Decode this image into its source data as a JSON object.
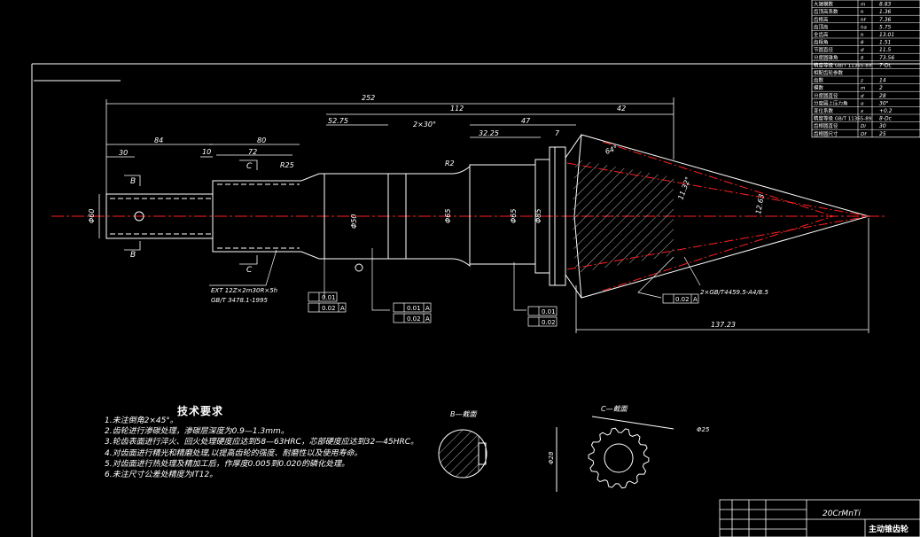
{
  "colors": {
    "background": "#000000",
    "line": "#ffffff",
    "centerline": "#ff2020",
    "annotation_blue": "#3050ff"
  },
  "dimensions": {
    "overall": "252",
    "d112": "112",
    "d42": "42",
    "d52_75": "52.75",
    "d2x30": "2×30°",
    "d47": "47",
    "d32_25": "32.25",
    "d7": "7",
    "d84": "84",
    "d30": "30",
    "d80": "80",
    "d10": "10",
    "d72": "72",
    "r25": "R25",
    "r2": "R2",
    "angle_64": "64°",
    "angle_11": "11.32°",
    "d12_63": "12.63",
    "d137": "137.23",
    "phi60": "Φ60",
    "phi_a": "Φ50",
    "phi_b": "Φ65",
    "phi_c": "Φ65",
    "phi_d": "Φ85"
  },
  "labels": {
    "section_b_top": "B",
    "section_b_bottom": "B",
    "section_c_top": "C",
    "section_c_bottom": "C",
    "spline_note_1": "EXT 12Z×2m30R×5h",
    "spline_note_2": "GB/T 3478.1-1995",
    "thread_note": "2×GB/T4459.5-A4/8.5",
    "tol_a1": "0.01",
    "tol_a2": "0.02",
    "tol_b1": "0.01",
    "tol_b2": "0.02",
    "tol_c1": "0.01",
    "tol_c2": "0.02",
    "tol_d": "0.02",
    "datum": "A",
    "section_b_title": "B—截面",
    "section_c_title": "C—截面",
    "phi25": "Φ25",
    "phi28": "Φ28"
  },
  "tech_requirements": {
    "title": "技术要求",
    "items": [
      "1.未注倒角2×45°。",
      "2.齿轮进行渗碳处理，渗碳层深度为0.9—1.3mm。",
      "3.轮齿表面进行淬火、回火处理硬度应达到58—63HRC，芯部硬度应达到32—45HRC。",
      "4.对齿面进行精光和精磨处理,以提高齿轮的强度、耐磨性以及使用寿命。",
      "5.对齿面进行热处理及精加工后，作厚度0.005到0.020的磷化处理。",
      "6.未注尺寸公差处精度为IT12。"
    ]
  },
  "param_table": {
    "rows": [
      {
        "label": "大端模数",
        "sym": "m",
        "val": "8.83"
      },
      {
        "label": "齿顶高系数",
        "sym": "h",
        "val": "1.36"
      },
      {
        "label": "齿根高",
        "sym": "hf",
        "val": "7.36"
      },
      {
        "label": "齿顶高",
        "sym": "ha",
        "val": "5.75"
      },
      {
        "label": "全齿高",
        "sym": "h",
        "val": "13.01"
      },
      {
        "label": "齿根角",
        "sym": "θ",
        "val": "1.51"
      },
      {
        "label": "节圆直径",
        "sym": "d",
        "val": "11.5"
      },
      {
        "label": "分度圆锥角",
        "sym": "δ",
        "val": "73.56"
      },
      {
        "label": "精度等级 GB/T 11365-89",
        "sym": "",
        "val": "7-Dc"
      },
      {
        "label": "相配齿轮参数",
        "sym": "",
        "val": ""
      },
      {
        "label": "齿数",
        "sym": "z",
        "val": "14"
      },
      {
        "label": "模数",
        "sym": "m",
        "val": "2"
      },
      {
        "label": "分度圆直径",
        "sym": "d",
        "val": "28"
      },
      {
        "label": "分度圆上压力角",
        "sym": "α",
        "val": "30°"
      },
      {
        "label": "变位系数",
        "sym": "x",
        "val": "+0.2"
      },
      {
        "label": "精度等级 GB/T 11365-89",
        "sym": "",
        "val": "8-Dc"
      },
      {
        "label": "齿根圆直径",
        "sym": "Di",
        "val": "30"
      },
      {
        "label": "齿根圆尺寸",
        "sym": "Df",
        "val": "25"
      }
    ]
  },
  "title_block": {
    "material": "20CrMnTi",
    "part_name": "主动锥齿轮"
  }
}
